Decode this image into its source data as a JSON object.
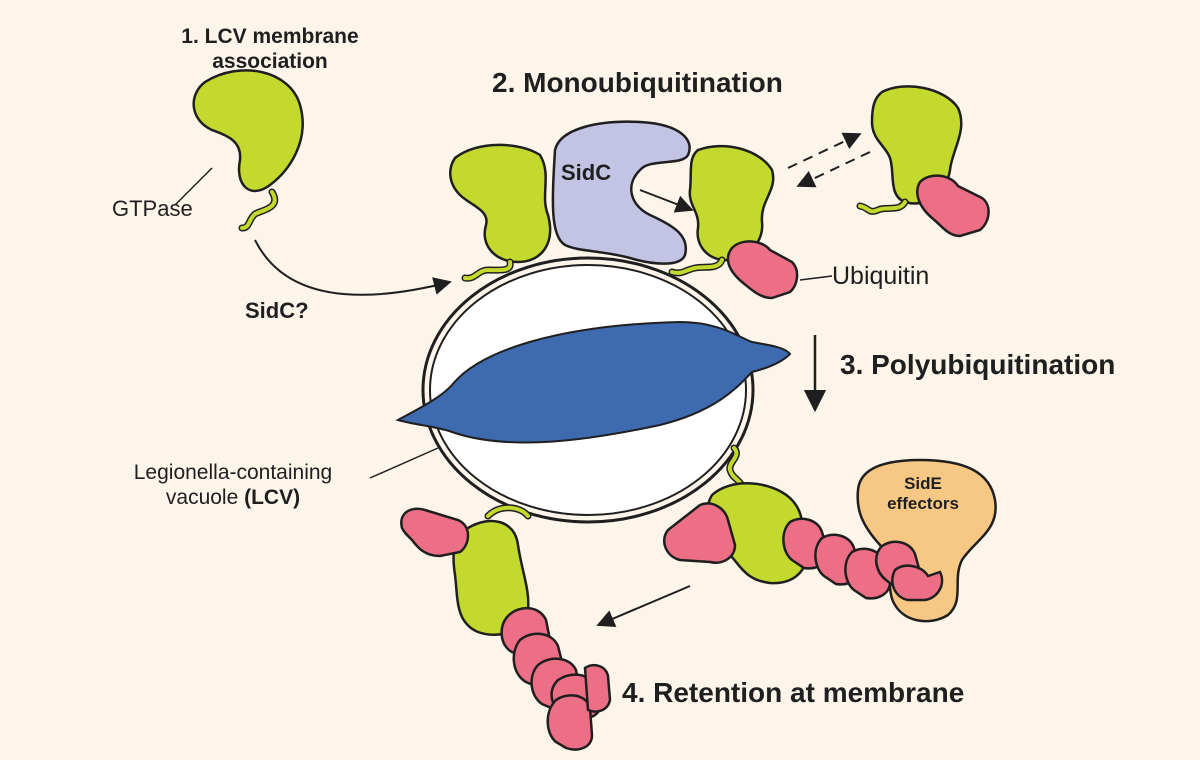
{
  "labels": {
    "step1_line1": "1. LCV membrane",
    "step1_line2": "association",
    "step2": "2. Monoubiquitination",
    "step3": "3. Polyubiquitination",
    "step4": "4. Retention at membrane",
    "gtpase": "GTPase",
    "sidc_question": "SidC?",
    "sidc": "SidC",
    "ubiquitin": "Ubiquitin",
    "lcv_line1": "Legionella-containing",
    "lcv_line2_prefix": "vacuole ",
    "lcv_line2_bold": "(LCV)",
    "side_line1": "SidE",
    "side_line2": "effectors"
  },
  "colors": {
    "background": "#fdf4ea",
    "gtpase_green": "#c4d92e",
    "ubiquitin_pink": "#ec6f86",
    "sidc_lavender": "#c3c3e4",
    "side_orange": "#f7c784",
    "bacterium_blue": "#3e6bb0",
    "outline": "#1f1f1f"
  }
}
